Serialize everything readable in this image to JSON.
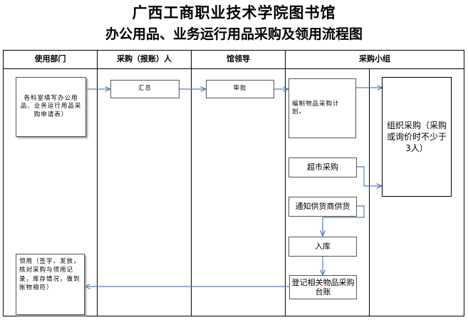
{
  "title": "广西工商职业技术学院图书馆",
  "subtitle": "办公用品、业务运行用品采购及领用流程图",
  "lanes": [
    {
      "label": "使用部门"
    },
    {
      "label": "采购（报账）人"
    },
    {
      "label": "馆领导"
    },
    {
      "label": "采购小组"
    }
  ],
  "nodes": {
    "apply": "各科室填写办公用品、业务运行用品采购申请表）",
    "summary": "汇总",
    "approve": "审批",
    "plan": "编制物品采购计划。",
    "organize": "组织采购（采购或询价时不少于3人）",
    "supermarket": "超市采购",
    "notify_supplier": "通知供货商供货",
    "storage": "入库",
    "register": "登记相关物品采购台账",
    "receive": "领用（签字、发放，核对采购与领用记录，库存情况，做到账物相符）"
  }
}
